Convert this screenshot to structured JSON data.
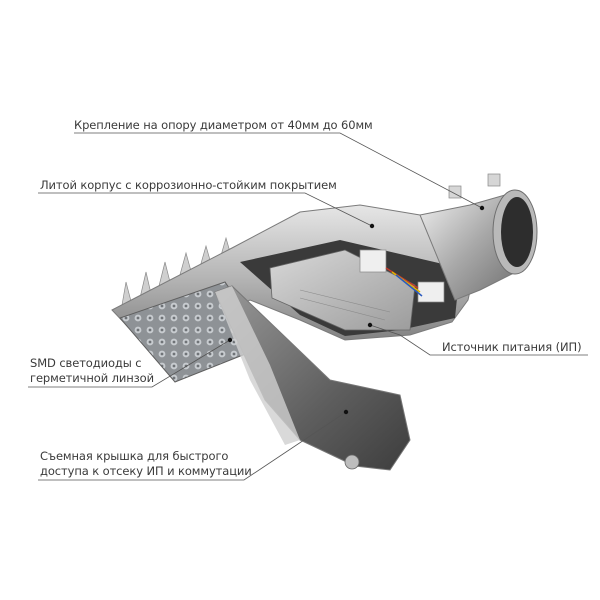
{
  "diagram": {
    "subject": "street LED luminaire exploded view",
    "colors": {
      "background": "#ffffff",
      "text": "#3a3a3a",
      "leader_line": "#555555",
      "housing_light": "#d9d9d9",
      "housing_mid": "#a8a8a8",
      "housing_dark": "#5a5a5a",
      "psu_box": "#bdbdbd",
      "interior_dark": "#2e2e2e"
    },
    "callouts": [
      {
        "id": "mount",
        "lines": [
          "Крепление на опору диаметром от 40мм до 60мм"
        ]
      },
      {
        "id": "housing",
        "lines": [
          "Литой корпус с коррозионно-стойким покрытием"
        ]
      },
      {
        "id": "psu",
        "lines": [
          "Источник питания (ИП)"
        ]
      },
      {
        "id": "leds",
        "lines": [
          "SMD светодиоды с",
          "герметичной линзой"
        ]
      },
      {
        "id": "cover",
        "lines": [
          "Съемная крышка для быстрого",
          "доступа к отсеку ИП и коммутации"
        ]
      }
    ]
  }
}
